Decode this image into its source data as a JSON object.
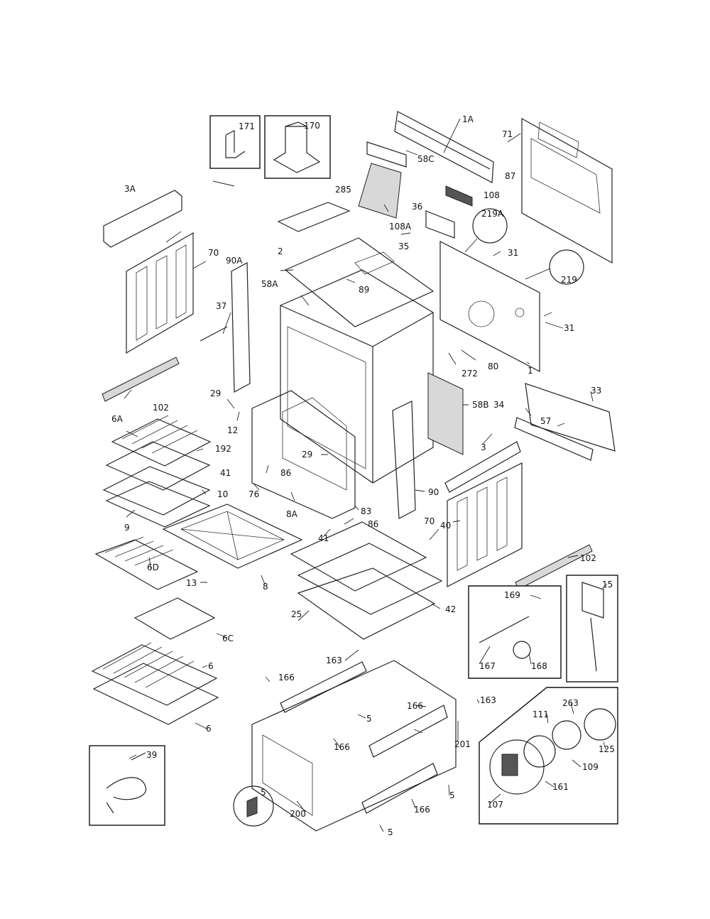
{
  "diagram": {
    "labels": [
      {
        "id": "l171",
        "text": "171"
      },
      {
        "id": "l170",
        "text": "170"
      },
      {
        "id": "l1A",
        "text": "1A"
      },
      {
        "id": "l71",
        "text": "71"
      },
      {
        "id": "l58C",
        "text": "58C"
      },
      {
        "id": "l108",
        "text": "108"
      },
      {
        "id": "l87",
        "text": "87"
      },
      {
        "id": "l3A",
        "text": "3A"
      },
      {
        "id": "l285",
        "text": "285"
      },
      {
        "id": "l36",
        "text": "36"
      },
      {
        "id": "l108A",
        "text": "108A"
      },
      {
        "id": "l219A",
        "text": "219A"
      },
      {
        "id": "l35",
        "text": "35"
      },
      {
        "id": "l70a",
        "text": "70"
      },
      {
        "id": "l90A",
        "text": "90A"
      },
      {
        "id": "l2",
        "text": "2"
      },
      {
        "id": "l31a",
        "text": "31"
      },
      {
        "id": "l219",
        "text": "219"
      },
      {
        "id": "l58A",
        "text": "58A"
      },
      {
        "id": "l89",
        "text": "89"
      },
      {
        "id": "l37",
        "text": "37"
      },
      {
        "id": "l31b",
        "text": "31"
      },
      {
        "id": "l272",
        "text": "272"
      },
      {
        "id": "l80",
        "text": "80"
      },
      {
        "id": "l1",
        "text": "1"
      },
      {
        "id": "l102a",
        "text": "102"
      },
      {
        "id": "l29a",
        "text": "29"
      },
      {
        "id": "l58B",
        "text": "58B"
      },
      {
        "id": "l34",
        "text": "34"
      },
      {
        "id": "l33",
        "text": "33"
      },
      {
        "id": "l6A",
        "text": "6A"
      },
      {
        "id": "l12",
        "text": "12"
      },
      {
        "id": "l57",
        "text": "57"
      },
      {
        "id": "l192",
        "text": "192"
      },
      {
        "id": "l29b",
        "text": "29"
      },
      {
        "id": "l3",
        "text": "3"
      },
      {
        "id": "l41a",
        "text": "41"
      },
      {
        "id": "l86a",
        "text": "86"
      },
      {
        "id": "l10",
        "text": "10"
      },
      {
        "id": "l76",
        "text": "76"
      },
      {
        "id": "l90",
        "text": "90"
      },
      {
        "id": "l9",
        "text": "9"
      },
      {
        "id": "l8A",
        "text": "8A"
      },
      {
        "id": "l83",
        "text": "83"
      },
      {
        "id": "l70b",
        "text": "70"
      },
      {
        "id": "l41b",
        "text": "41"
      },
      {
        "id": "l86b",
        "text": "86"
      },
      {
        "id": "l40",
        "text": "40"
      },
      {
        "id": "l102b",
        "text": "102"
      },
      {
        "id": "l6D",
        "text": "6D"
      },
      {
        "id": "l13",
        "text": "13"
      },
      {
        "id": "l8",
        "text": "8"
      },
      {
        "id": "l42",
        "text": "42"
      },
      {
        "id": "l169",
        "text": "169"
      },
      {
        "id": "l15",
        "text": "15"
      },
      {
        "id": "l25",
        "text": "25"
      },
      {
        "id": "l6C",
        "text": "6C"
      },
      {
        "id": "l167",
        "text": "167"
      },
      {
        "id": "l168",
        "text": "168"
      },
      {
        "id": "l163a",
        "text": "163"
      },
      {
        "id": "l6a",
        "text": "6"
      },
      {
        "id": "l166a",
        "text": "166"
      },
      {
        "id": "l166b",
        "text": "166"
      },
      {
        "id": "l163b",
        "text": "163"
      },
      {
        "id": "l5a",
        "text": "5"
      },
      {
        "id": "l111",
        "text": "111"
      },
      {
        "id": "l263",
        "text": "263"
      },
      {
        "id": "l6b",
        "text": "6"
      },
      {
        "id": "l166c",
        "text": "166"
      },
      {
        "id": "l125",
        "text": "125"
      },
      {
        "id": "l39",
        "text": "39"
      },
      {
        "id": "l201",
        "text": "201"
      },
      {
        "id": "l109",
        "text": "109"
      },
      {
        "id": "l5b",
        "text": "5"
      },
      {
        "id": "l5c",
        "text": "5"
      },
      {
        "id": "l107",
        "text": "107"
      },
      {
        "id": "l161",
        "text": "161"
      },
      {
        "id": "l200",
        "text": "200"
      },
      {
        "id": "l166d",
        "text": "166"
      },
      {
        "id": "l5d",
        "text": "5"
      }
    ]
  },
  "colors": {
    "ink": "#222222",
    "paper": "#ffffff",
    "shade": "#d8d8d8"
  }
}
